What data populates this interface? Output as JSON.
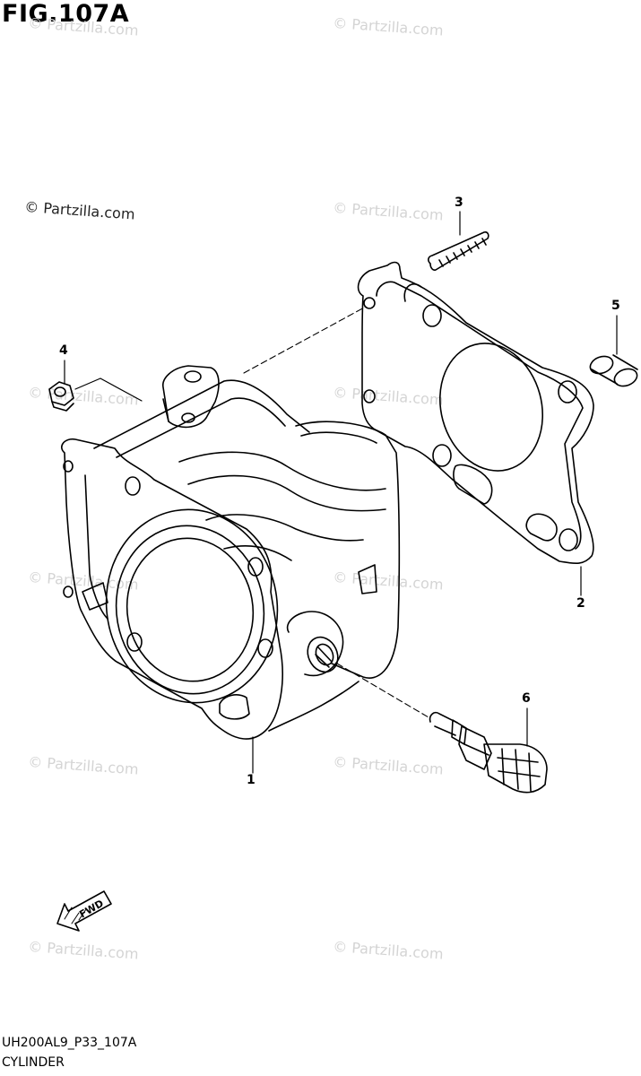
{
  "figure": {
    "title": "FIG.107A"
  },
  "watermarks": {
    "dark": "© Partzilla.com",
    "light": "© Partzilla.com"
  },
  "callouts": [
    {
      "id": "1",
      "label": "1",
      "part": "cylinder"
    },
    {
      "id": "2",
      "label": "2",
      "part": "cylinder-gasket"
    },
    {
      "id": "3",
      "label": "3",
      "part": "stud"
    },
    {
      "id": "4",
      "label": "4",
      "part": "nut"
    },
    {
      "id": "5",
      "label": "5",
      "part": "dowel-pin"
    },
    {
      "id": "6",
      "label": "6",
      "part": "temperature-sensor"
    }
  ],
  "fwd_indicator": {
    "label": "FWD"
  },
  "footer": {
    "code": "UH200AL9_P33_107A",
    "name": "CYLINDER"
  }
}
